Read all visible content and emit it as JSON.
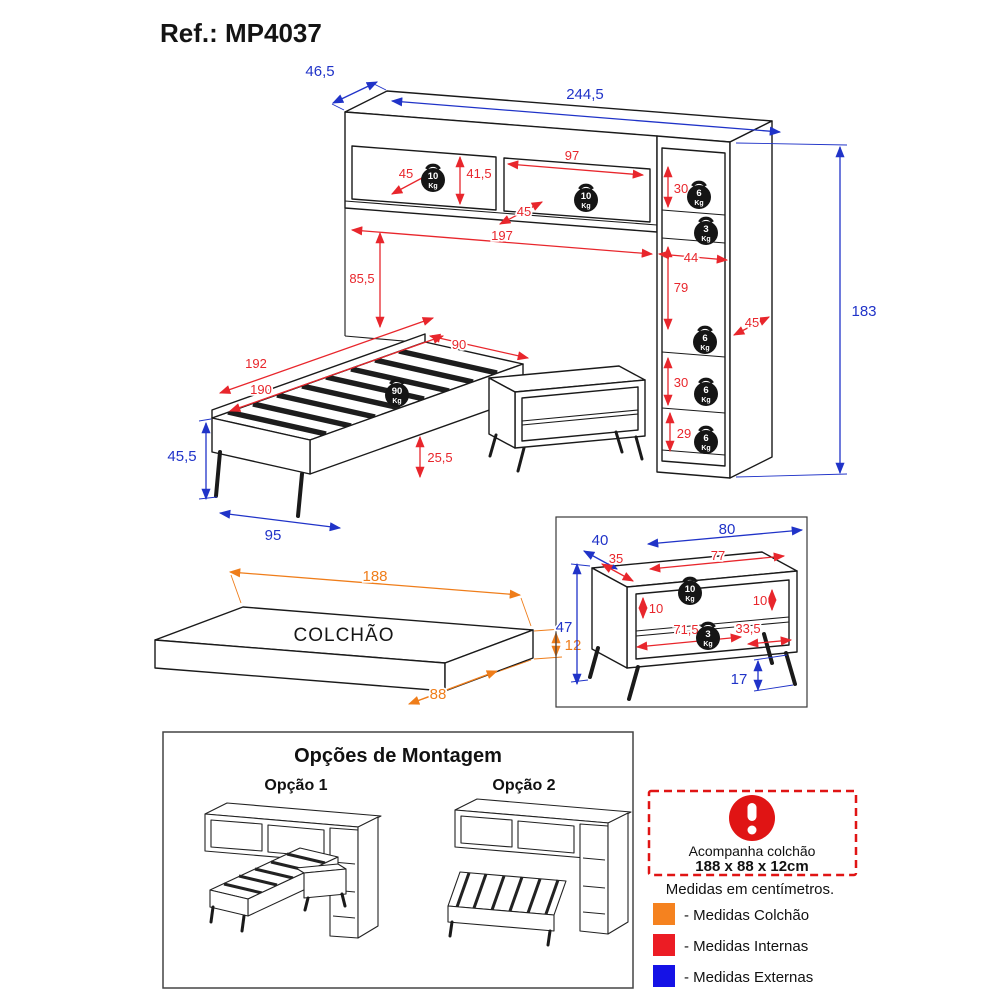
{
  "title": "Ref.: MP4037",
  "units": {
    "kg": "Kg"
  },
  "main": {
    "external": {
      "depth": "46,5",
      "width": "244,5",
      "height": "183",
      "bed_height": "45,5",
      "bed_foot_width": "95"
    },
    "internal": {
      "shelf_depth_left": "45",
      "shelf_height": "41,5",
      "shelf_width": "97",
      "shelf_depth_right": "45",
      "bridge_span": "197",
      "tower_top": "30",
      "tower_width": "44",
      "tower_tall": "79",
      "under_bridge_height": "85,5",
      "tower_depth": "45",
      "tower_mid": "30",
      "tower_low": "29",
      "bed_length_outer": "192",
      "bed_length_inner": "190",
      "bed_width": "90",
      "bed_clearance": "25,5"
    },
    "weights": {
      "w1": "10",
      "w2": "10",
      "w3": "6",
      "w4": "3",
      "w5": "6",
      "w6": "6",
      "w7": "6",
      "w8": "90"
    }
  },
  "mattress": {
    "label": "COLCHÃO",
    "length": "188",
    "height": "12",
    "depth": "88"
  },
  "rack": {
    "external": {
      "depth": "40",
      "width": "80",
      "height": "47",
      "leg_height": "17"
    },
    "internal": {
      "depth": "35",
      "width": "77",
      "top_height": "10",
      "right_height": "10",
      "shelf_width": "71,5",
      "right_width": "33,5"
    },
    "weights": {
      "w1": "10",
      "w2": "3"
    }
  },
  "options": {
    "title": "Opções de Montagem",
    "option1": "Opção 1",
    "option2": "Opção 2"
  },
  "notice": {
    "line1": "Acompanha colchão",
    "line2": "188 x 88 x 12cm"
  },
  "units_note": "Medidas em centímetros.",
  "legend": [
    {
      "label": "- Medidas Colchão",
      "color": "#F5821F"
    },
    {
      "label": "- Medidas Internas",
      "color": "#EC1C24"
    },
    {
      "label": "- Medidas Externas",
      "color": "#1512E6"
    }
  ]
}
